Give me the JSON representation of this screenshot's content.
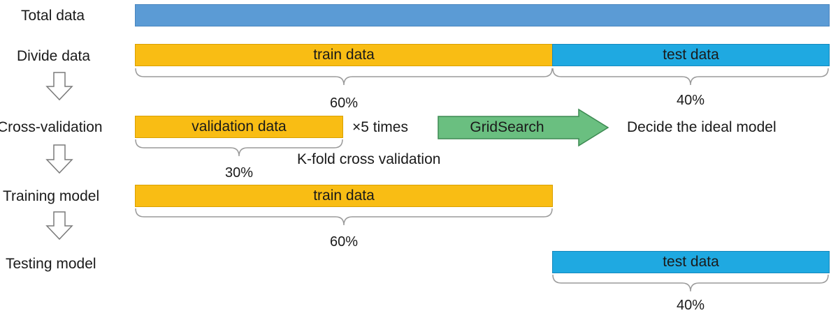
{
  "stages": {
    "total": "Total data",
    "divide": "Divide data",
    "cv": "Cross-validation",
    "training": "Training model",
    "testing": "Testing model"
  },
  "bars": {
    "train": "train data",
    "test": "test data",
    "validation": "validation data"
  },
  "percents": {
    "train": "60%",
    "test": "40%",
    "validation": "30%",
    "train_again": "60%",
    "test_again": "40%"
  },
  "cv": {
    "times": "×5 times",
    "method": "K-fold cross validation",
    "gridsearch": "GridSearch",
    "decide": "Decide the ideal model"
  },
  "colors": {
    "total": "#5b9bd5",
    "train": "#f9bd14",
    "test": "#1fa9e1",
    "gridsearch": "#6abf80"
  }
}
